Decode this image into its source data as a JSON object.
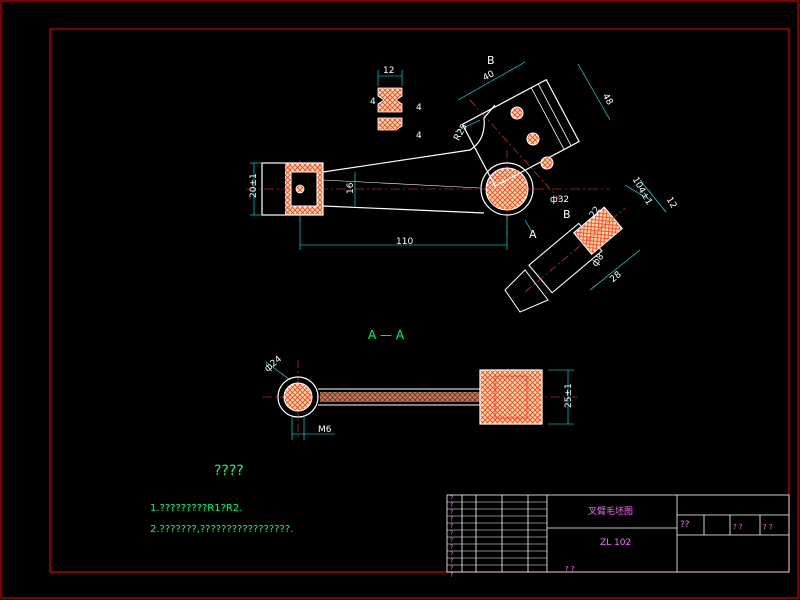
{
  "colors": {
    "background": "#000000",
    "frame": "#ff0000",
    "outline": "#ffffff",
    "center_line": "#ff3333",
    "dimension": "#00ffff",
    "hatch_fill": "#ffe6a0",
    "hatch_cross": "#ff3030",
    "note_text": "#00ff66",
    "title_text": "#ff66ff"
  },
  "drawing": {
    "section_label": "A — A",
    "view_labels": {
      "b_top": "B",
      "b_mid": "B",
      "a": "A"
    },
    "dimensions": {
      "d12_top": "12",
      "d4_left": "4",
      "d4_right": "4",
      "d4_lower": "4",
      "d40": "40",
      "d48": "48",
      "dR25": "R25",
      "d20": "20±1",
      "d16": "16",
      "d110": "110",
      "dphi32": "ф32",
      "d104": "104±1",
      "d12_right": "12",
      "d22": "22",
      "d28": "28",
      "dphi8": "ф8",
      "dphi24": "ф24",
      "dM6": "M6",
      "d25": "25±1"
    }
  },
  "notes": {
    "title": "????",
    "line1": "1.?????????R1?R2.",
    "line2": "2.???????,?????????????????."
  },
  "title_block": {
    "part_name": "叉臂毛坯图",
    "part_code": "ZL 102",
    "scale_label": "??",
    "left_marks": [
      "?",
      "?",
      "?",
      "?",
      "?",
      "?",
      "?",
      "?",
      "?",
      "?",
      "?",
      "?"
    ],
    "right_marks": [
      "? ?",
      "? ?",
      "? ?"
    ]
  }
}
